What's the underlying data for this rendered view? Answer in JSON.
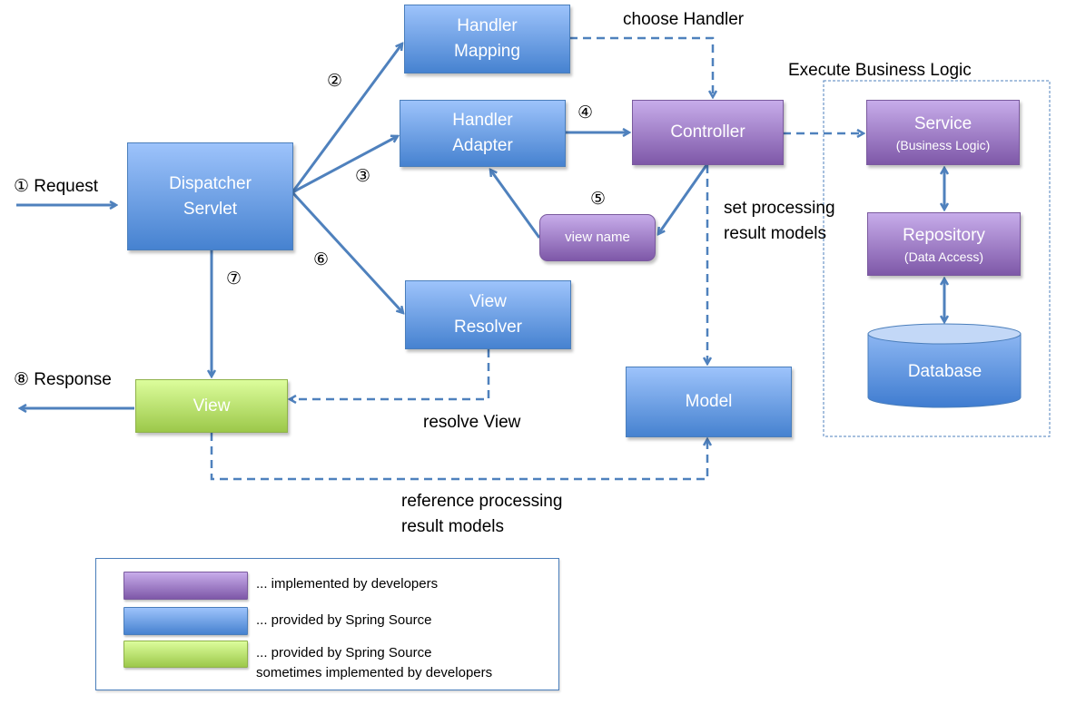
{
  "nodes": {
    "dispatcher": "Dispatcher\nServlet",
    "handler_mapping": "Handler\nMapping",
    "handler_adapter": "Handler\nAdapter",
    "controller": "Controller",
    "view_name": "view name",
    "view_resolver": "View\nResolver",
    "view": "View",
    "model": "Model",
    "service": "Service",
    "service_sub": "(Business Logic)",
    "repository": "Repository",
    "repository_sub": "(Data Access)",
    "database": "Database"
  },
  "labels": {
    "request": "① Request",
    "response": "⑧ Response",
    "step2": "②",
    "step3": "③",
    "step4": "④",
    "step5": "⑤",
    "step6": "⑥",
    "step7": "⑦",
    "choose_handler": "choose Handler",
    "execute_business_logic": "Execute Business Logic",
    "set_models": "set processing\nresult models",
    "resolve_view": "resolve View",
    "reference_models": "reference processing\nresult models"
  },
  "legend": [
    {
      "text": "... implemented by developers",
      "color": "#8e6bb8"
    },
    {
      "text": "... provided by Spring Source",
      "color": "#5b8fd9"
    },
    {
      "text": "... provided by Spring Source\nsometimes implemented by developers",
      "color": "#b7de6e"
    }
  ],
  "colors": {
    "arrow": "#4f81bd",
    "purple": "#8064a2",
    "blue": "#4f81bd",
    "green": "#9bbb59"
  }
}
